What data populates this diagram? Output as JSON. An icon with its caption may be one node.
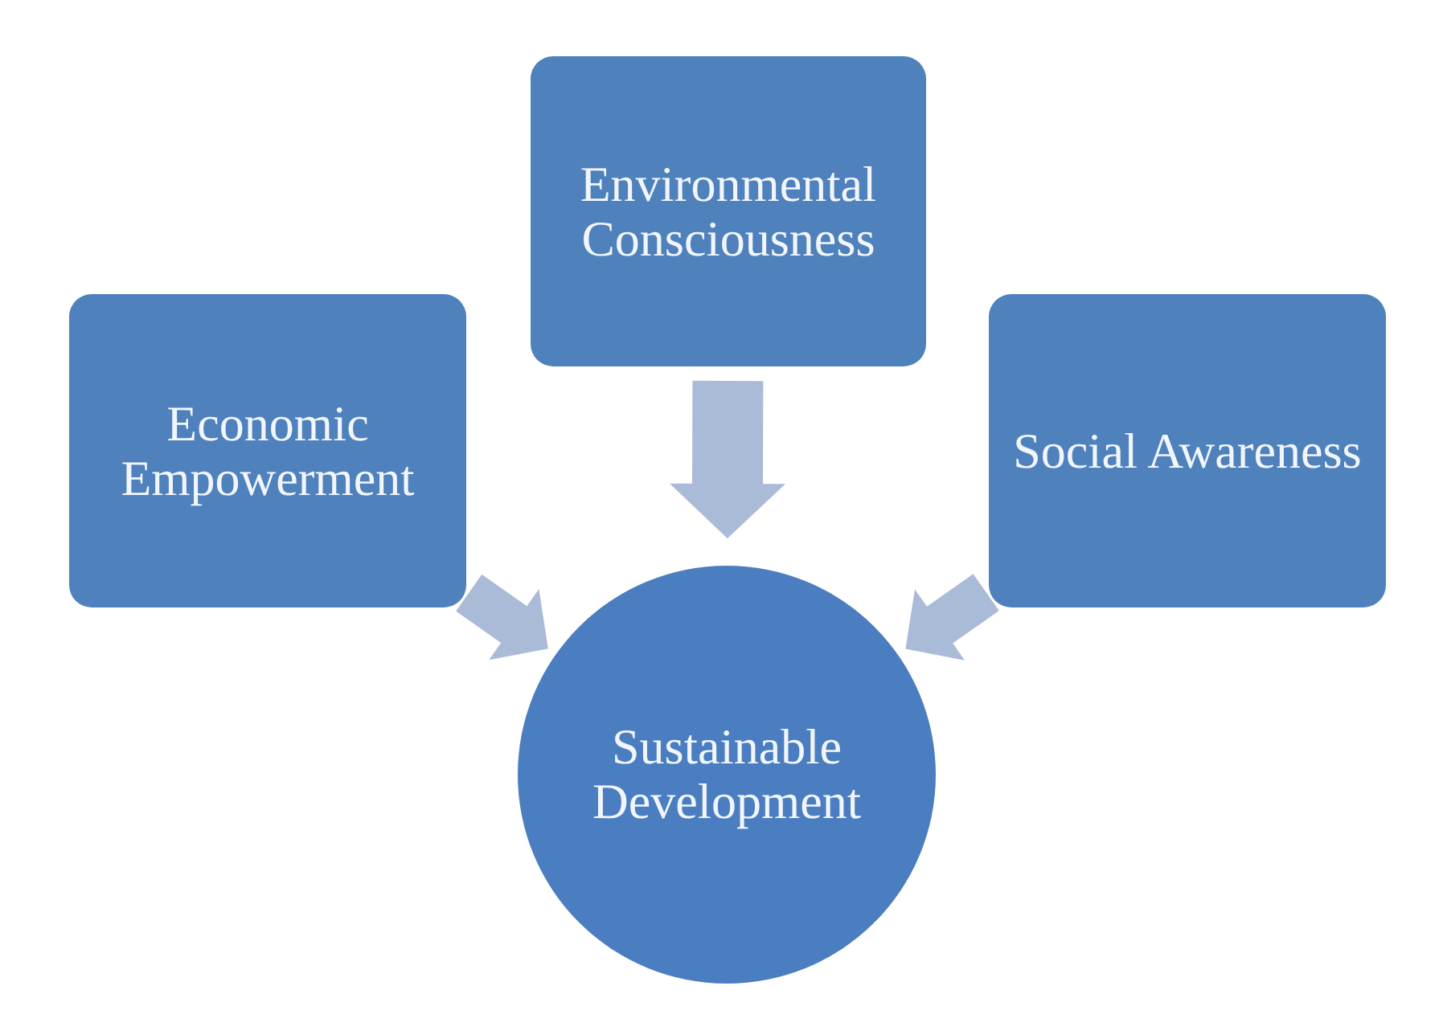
{
  "diagram": {
    "nodes": [
      {
        "text": [
          "Environmental Consciousness"
        ]
      },
      {
        "text": [
          "Economic Empowerment"
        ]
      },
      {
        "text": [
          "Social Awareness"
        ]
      },
      {
        "text": [
          "Sustainable Development"
        ]
      }
    ],
    "edges": [
      {
        "from": 0,
        "to": 3,
        "arrow": "to"
      },
      {
        "from": 1,
        "to": 3,
        "arrow": "to"
      },
      {
        "from": 2,
        "to": 3,
        "arrow": "to"
      }
    ]
  }
}
